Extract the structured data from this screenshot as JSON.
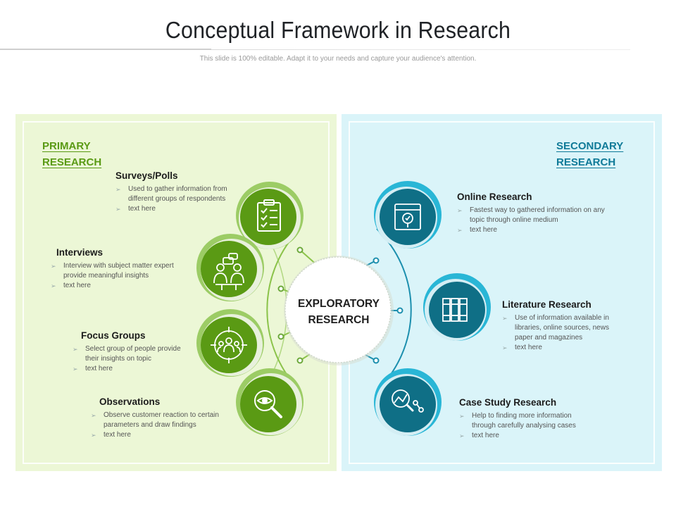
{
  "header": {
    "title": "Conceptual Framework in Research",
    "subtitle": "This slide is 100% editable. Adapt it to your needs and capture your audience's attention."
  },
  "center": {
    "line1": "EXPLORATORY",
    "line2": "RESEARCH"
  },
  "primary": {
    "title_line1": "PRIMARY",
    "title_line2": "RESEARCH",
    "items": [
      {
        "title": "Surveys/Polls",
        "bullets": [
          "Used to gather information from different groups of respondents",
          "text here"
        ],
        "icon": "clipboard-checklist-icon"
      },
      {
        "title": "Interviews",
        "bullets": [
          "Interview with subject matter expert provide meaningful insights",
          "text here"
        ],
        "icon": "interview-people-icon"
      },
      {
        "title": "Focus Groups",
        "bullets": [
          "Select group of people provide their insights on topic",
          "text here"
        ],
        "icon": "focus-group-target-icon"
      },
      {
        "title": "Observations",
        "bullets": [
          "Observe customer reaction to certain parameters and draw findings",
          "text here"
        ],
        "icon": "magnifier-eye-icon"
      }
    ]
  },
  "secondary": {
    "title_line1": "SECONDARY",
    "title_line2": "RESEARCH",
    "items": [
      {
        "title": "Online Research",
        "bullets": [
          "Fastest way to gathered information on any topic through online medium",
          "text here"
        ],
        "icon": "browser-search-icon"
      },
      {
        "title": "Literature Research",
        "bullets": [
          "Use of information available in libraries, online sources, news paper and magazines",
          "text here"
        ],
        "icon": "books-icon"
      },
      {
        "title": "Case Study Research",
        "bullets": [
          "Help to finding more information through carefully analysing cases",
          "text here"
        ],
        "icon": "analysis-magnifier-icon"
      }
    ]
  },
  "colors": {
    "primary_green": "#5a9a14",
    "primary_panel": "#ecf7d6",
    "secondary_teal": "#0f7a98",
    "secondary_panel": "#daf4f9"
  },
  "bullet_marker": "➢"
}
